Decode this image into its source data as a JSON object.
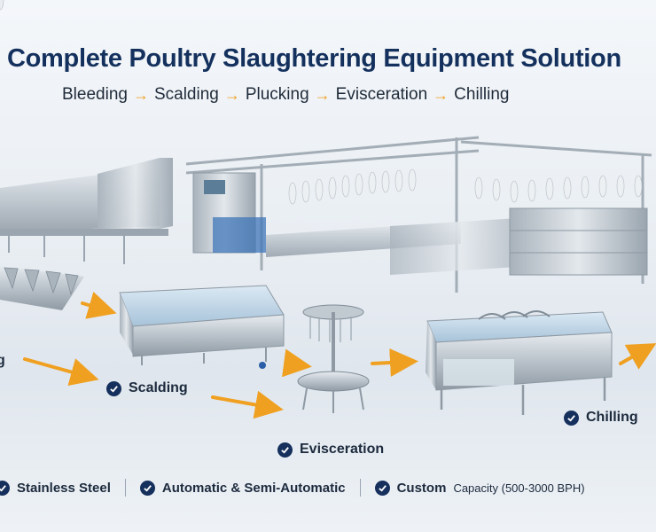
{
  "header": {
    "title": "Complete Poultry Slaughtering Equipment Solution",
    "process_flow": [
      "Bleeding",
      "Scalding",
      "Plucking",
      "Evisceration",
      "Chilling"
    ],
    "arrow_symbol": "→"
  },
  "stations": {
    "bleeding_partial": "g",
    "scalding": "Scalding",
    "evisceration": "Evisceration",
    "chilling": "Chilling"
  },
  "features": {
    "stainless": "Stainless Steel",
    "automation": "Automatic & Semi-Automatic",
    "custom_bold": "Custom",
    "custom_detail": "Capacity (500-3000 BPH)"
  },
  "colors": {
    "title_navy": "#14315e",
    "arrow_orange": "#f0a020",
    "check_navy": "#15305c",
    "steel": "#c9d1d8"
  },
  "icons": [
    "check-circle-icon",
    "arrow-right-icon"
  ]
}
